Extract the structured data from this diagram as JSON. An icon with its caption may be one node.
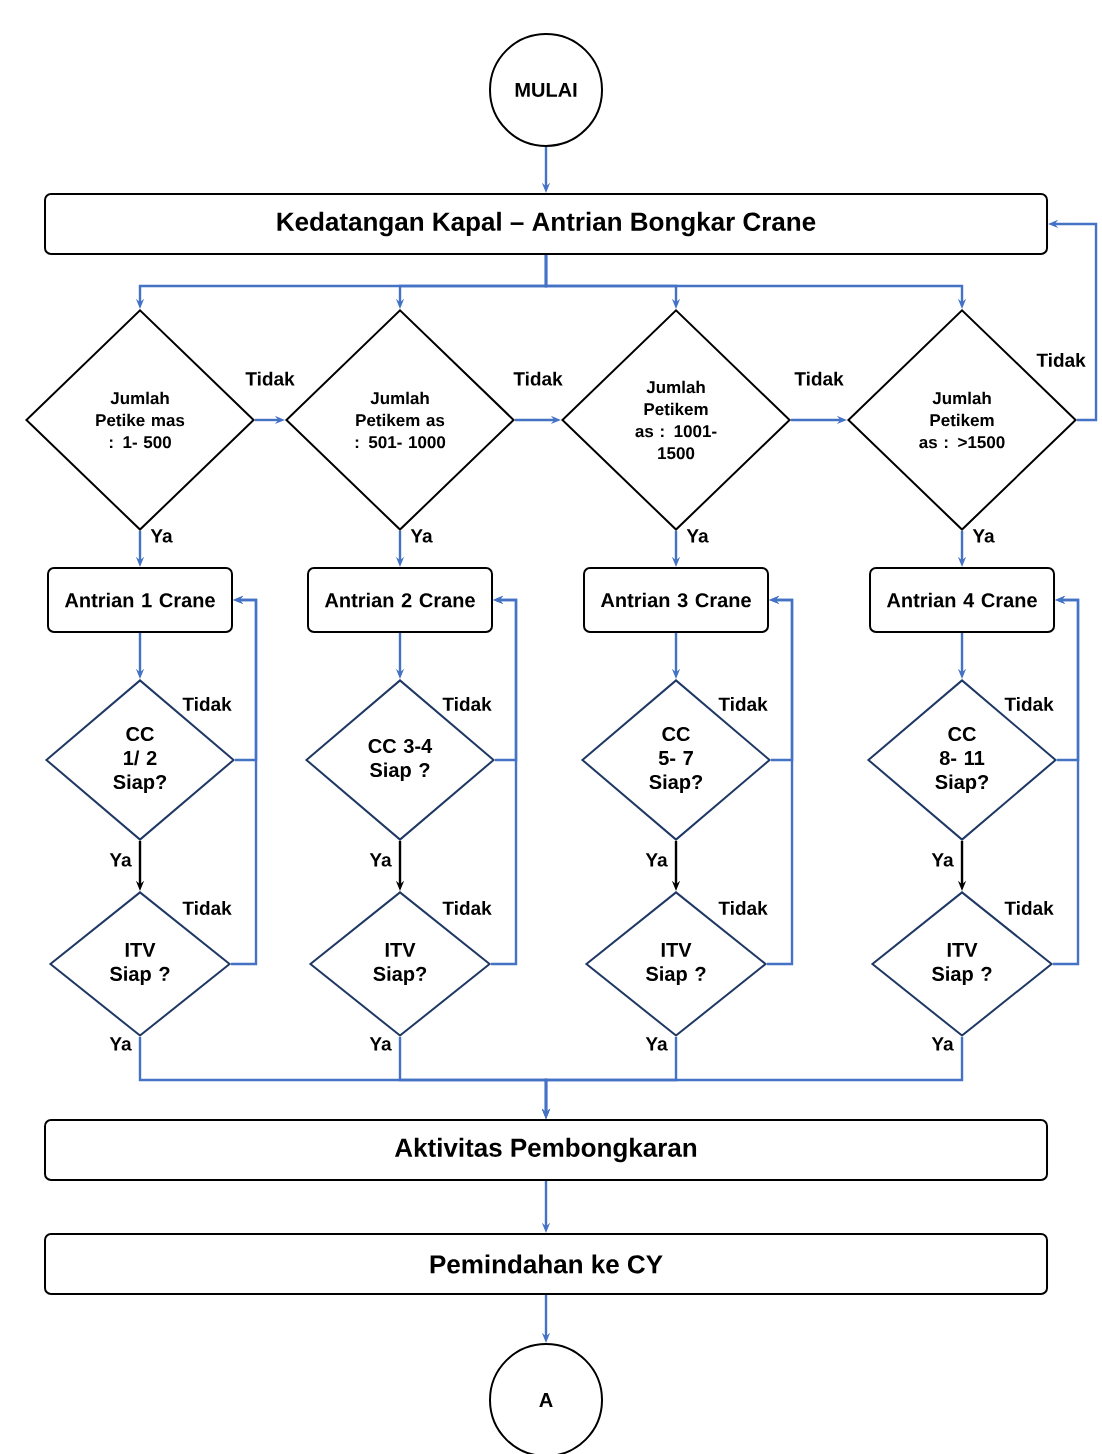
{
  "diagram": {
    "nodes": [
      {
        "text": [
          "MULAI"
        ]
      },
      {
        "text": [
          "Kedatangan Kapal – Antrian Bongkar Crane"
        ]
      },
      {
        "text": [
          "Jumlah Petike mas : 1- 500"
        ]
      },
      {
        "text": [
          "Jumlah Petikem as : 501- 1000"
        ]
      },
      {
        "text": [
          "Jumlah Petikem as : 1001- 1500"
        ]
      },
      {
        "text": [
          "Jumlah Petikem as : >1500"
        ]
      },
      {
        "text": [
          "Antrian 1 Crane"
        ]
      },
      {
        "text": [
          "Antrian 2 Crane"
        ]
      },
      {
        "text": [
          "Antrian 3 Crane"
        ]
      },
      {
        "text": [
          "Antrian 4 Crane"
        ]
      },
      {
        "text": [
          "CC 1/ 2 Siap?"
        ]
      },
      {
        "text": [
          "CC 3-4 Siap ?"
        ]
      },
      {
        "text": [
          "CC 5- 7 Siap?"
        ]
      },
      {
        "text": [
          "CC 8- 11 Siap?"
        ]
      },
      {
        "text": [
          "ITV Siap ?"
        ]
      },
      {
        "text": [
          "ITV Siap?"
        ]
      },
      {
        "text": [
          "ITV Siap ?"
        ]
      },
      {
        "text": [
          "ITV Siap ?"
        ]
      },
      {
        "text": [
          "Aktivitas Pembongkaran"
        ]
      },
      {
        "text": [
          "Pemindahan ke CY"
        ]
      },
      {
        "text": [
          "A"
        ]
      }
    ],
    "edges": [
      {
        "from": 0,
        "to": 1,
        "arrow": "to"
      },
      {
        "from": 1,
        "to": 2,
        "arrow": "to"
      },
      {
        "from": 1,
        "to": 3,
        "arrow": "to"
      },
      {
        "from": 1,
        "to": 4,
        "arrow": "to"
      },
      {
        "from": 1,
        "to": 5,
        "arrow": "to"
      },
      {
        "from": 2,
        "to": 3,
        "arrow": "to",
        "label": "Tidak"
      },
      {
        "from": 3,
        "to": 4,
        "arrow": "to",
        "label": "Tidak"
      },
      {
        "from": 4,
        "to": 5,
        "arrow": "to",
        "label": "Tidak"
      },
      {
        "from": 5,
        "to": 1,
        "arrow": "to",
        "label": "Tidak"
      },
      {
        "from": 2,
        "to": 6,
        "arrow": "to",
        "label": "Ya"
      },
      {
        "from": 3,
        "to": 7,
        "arrow": "to",
        "label": "Ya"
      },
      {
        "from": 4,
        "to": 8,
        "arrow": "to",
        "label": "Ya"
      },
      {
        "from": 5,
        "to": 9,
        "arrow": "to",
        "label": "Ya"
      },
      {
        "from": 6,
        "to": 10,
        "arrow": "to"
      },
      {
        "from": 7,
        "to": 11,
        "arrow": "to"
      },
      {
        "from": 8,
        "to": 12,
        "arrow": "to"
      },
      {
        "from": 9,
        "to": 13,
        "arrow": "to"
      },
      {
        "from": 10,
        "to": 14,
        "arrow": "to",
        "label": "Ya",
        "color": "#000000"
      },
      {
        "from": 11,
        "to": 15,
        "arrow": "to",
        "label": "Ya",
        "color": "#000000"
      },
      {
        "from": 12,
        "to": 16,
        "arrow": "to",
        "label": "Ya",
        "color": "#000000"
      },
      {
        "from": 13,
        "to": 17,
        "arrow": "to",
        "label": "Ya",
        "color": "#000000"
      },
      {
        "from": 10,
        "to": 6,
        "arrow": "to",
        "label": "Tidak"
      },
      {
        "from": 11,
        "to": 7,
        "arrow": "to",
        "label": "Tidak"
      },
      {
        "from": 12,
        "to": 8,
        "arrow": "to",
        "label": "Tidak"
      },
      {
        "from": 13,
        "to": 9,
        "arrow": "to",
        "label": "Tidak"
      },
      {
        "from": 14,
        "to": 6,
        "arrow": "to",
        "label": "Tidak"
      },
      {
        "from": 15,
        "to": 7,
        "arrow": "to",
        "label": "Tidak"
      },
      {
        "from": 16,
        "to": 8,
        "arrow": "to",
        "label": "Tidak"
      },
      {
        "from": 17,
        "to": 9,
        "arrow": "to",
        "label": "Tidak"
      },
      {
        "from": 14,
        "to": 18,
        "arrow": "to",
        "label": "Ya"
      },
      {
        "from": 15,
        "to": 18,
        "arrow": "to",
        "label": "Ya"
      },
      {
        "from": 16,
        "to": 18,
        "arrow": "to",
        "label": "Ya"
      },
      {
        "from": 17,
        "to": 18,
        "arrow": "to",
        "label": "Ya"
      },
      {
        "from": 18,
        "to": 19,
        "arrow": "to"
      },
      {
        "from": 19,
        "to": 20,
        "arrow": "to"
      }
    ]
  }
}
